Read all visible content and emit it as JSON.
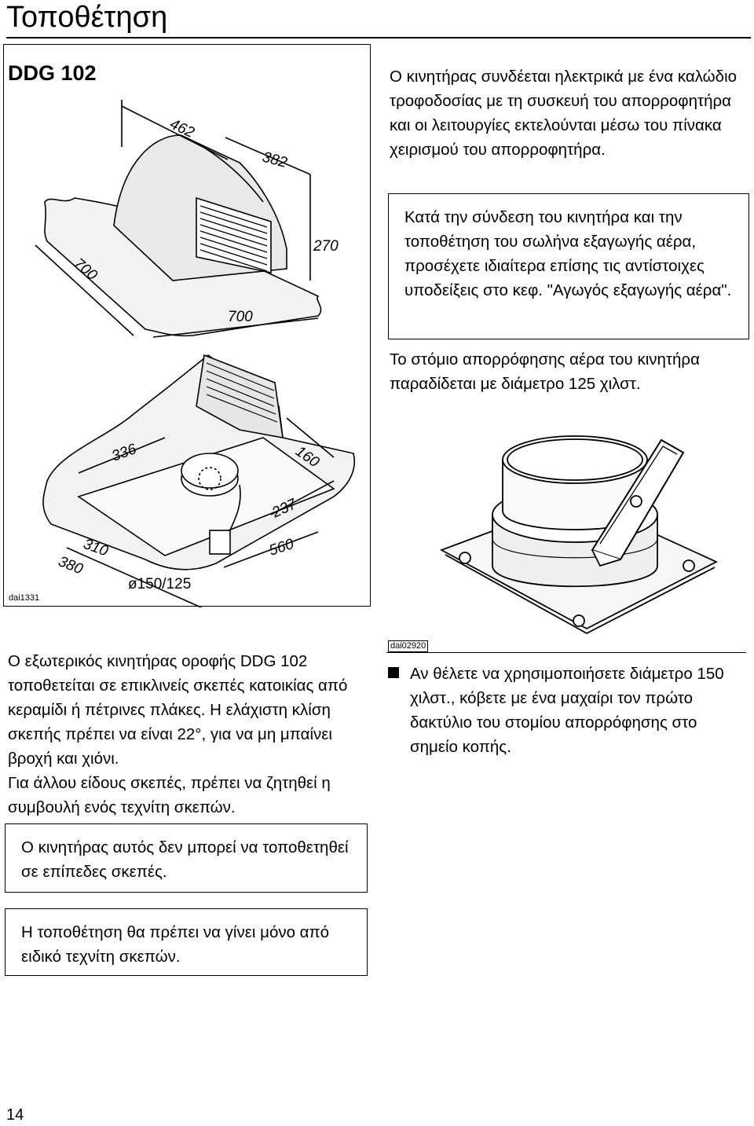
{
  "page": {
    "title": "Τοποθέτηση",
    "model": "DDG 102",
    "page_number": "14"
  },
  "figure1": {
    "dimensions": {
      "d462": "462",
      "d382": "382",
      "d270": "270",
      "d700_side": "700",
      "d700_front": "700",
      "d336": "336",
      "d160": "160",
      "d237": "237",
      "d310": "310",
      "d380": "380",
      "d560": "560",
      "diameter": "ø150/125"
    },
    "code": "dai1331"
  },
  "figure2": {
    "code": "dai02920"
  },
  "right_column": {
    "p1": "Ο κινητήρας συνδέεται ηλεκτρικά με ένα καλώδιο τροφοδοσίας με τη συσκευή του απορροφητήρα και οι λειτουργίες εκτελούνται μέσω του πίνακα χειρισμού του απορροφητήρα.",
    "note": "Κατά την σύνδεση του κινητήρα και την τοποθέτηση του σωλήνα εξαγωγής αέρα, προσέχετε ιδιαίτερα επίσης τις αντίστοιχες υποδείξεις στο κεφ. \"Αγωγός εξαγωγής αέρα\".",
    "p2": "Το στόμιο απορρόφησης αέρα του κινητήρα παραδίδεται με διάμετρο 125 χιλστ.",
    "bullet": "Αν θέλετε να χρησιμοποιήσετε διάμετρο 150 χιλστ., κόβετε με ένα μαχαίρι τον πρώτο δακτύλιο του στομίου απορρόφησης στο σημείο κοπής."
  },
  "left_column": {
    "p1": "Ο εξωτερικός κινητήρας οροφής DDG 102 τοποθετείται σε επικλινείς σκεπές κατοικίας από κεραμίδι ή πέτρινες πλάκες. Η ελάχιστη κλίση σκεπής πρέπει να είναι 22°, για να μη μπαίνει βροχή και χιόνι.",
    "p2": "Για άλλου είδους σκεπές, πρέπει να ζητηθεί η συμβουλή ενός τεχνίτη σκεπών.",
    "note1": "Ο κινητήρας αυτός δεν μπορεί να τοποθετηθεί σε επίπεδες σκεπές.",
    "note2": "Η τοποθέτηση θα πρέπει να γίνει μόνο από ειδικό τεχνίτη σκεπών."
  }
}
